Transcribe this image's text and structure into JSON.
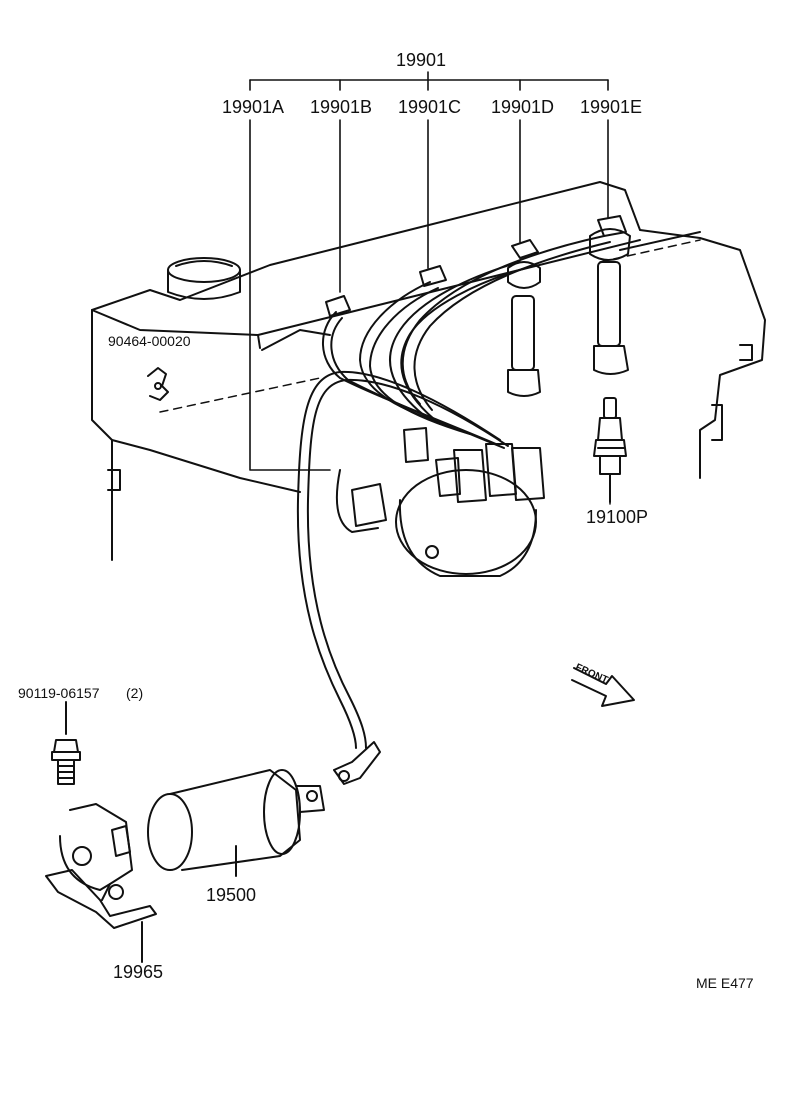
{
  "labels": {
    "harness_set": "19901",
    "cord_a": "19901A",
    "cord_b": "19901B",
    "cord_c": "19901C",
    "cord_d": "19901D",
    "cord_e": "19901E",
    "clamp": "90464-00020",
    "spark_plug": "19100P",
    "bolt": "90119-06157",
    "bolt_qty": "(2)",
    "coil": "19500",
    "bracket": "19965",
    "figure_code": "ME  E477",
    "front": "FRONT"
  },
  "colors": {
    "ink": "#111111",
    "background": "#ffffff"
  }
}
